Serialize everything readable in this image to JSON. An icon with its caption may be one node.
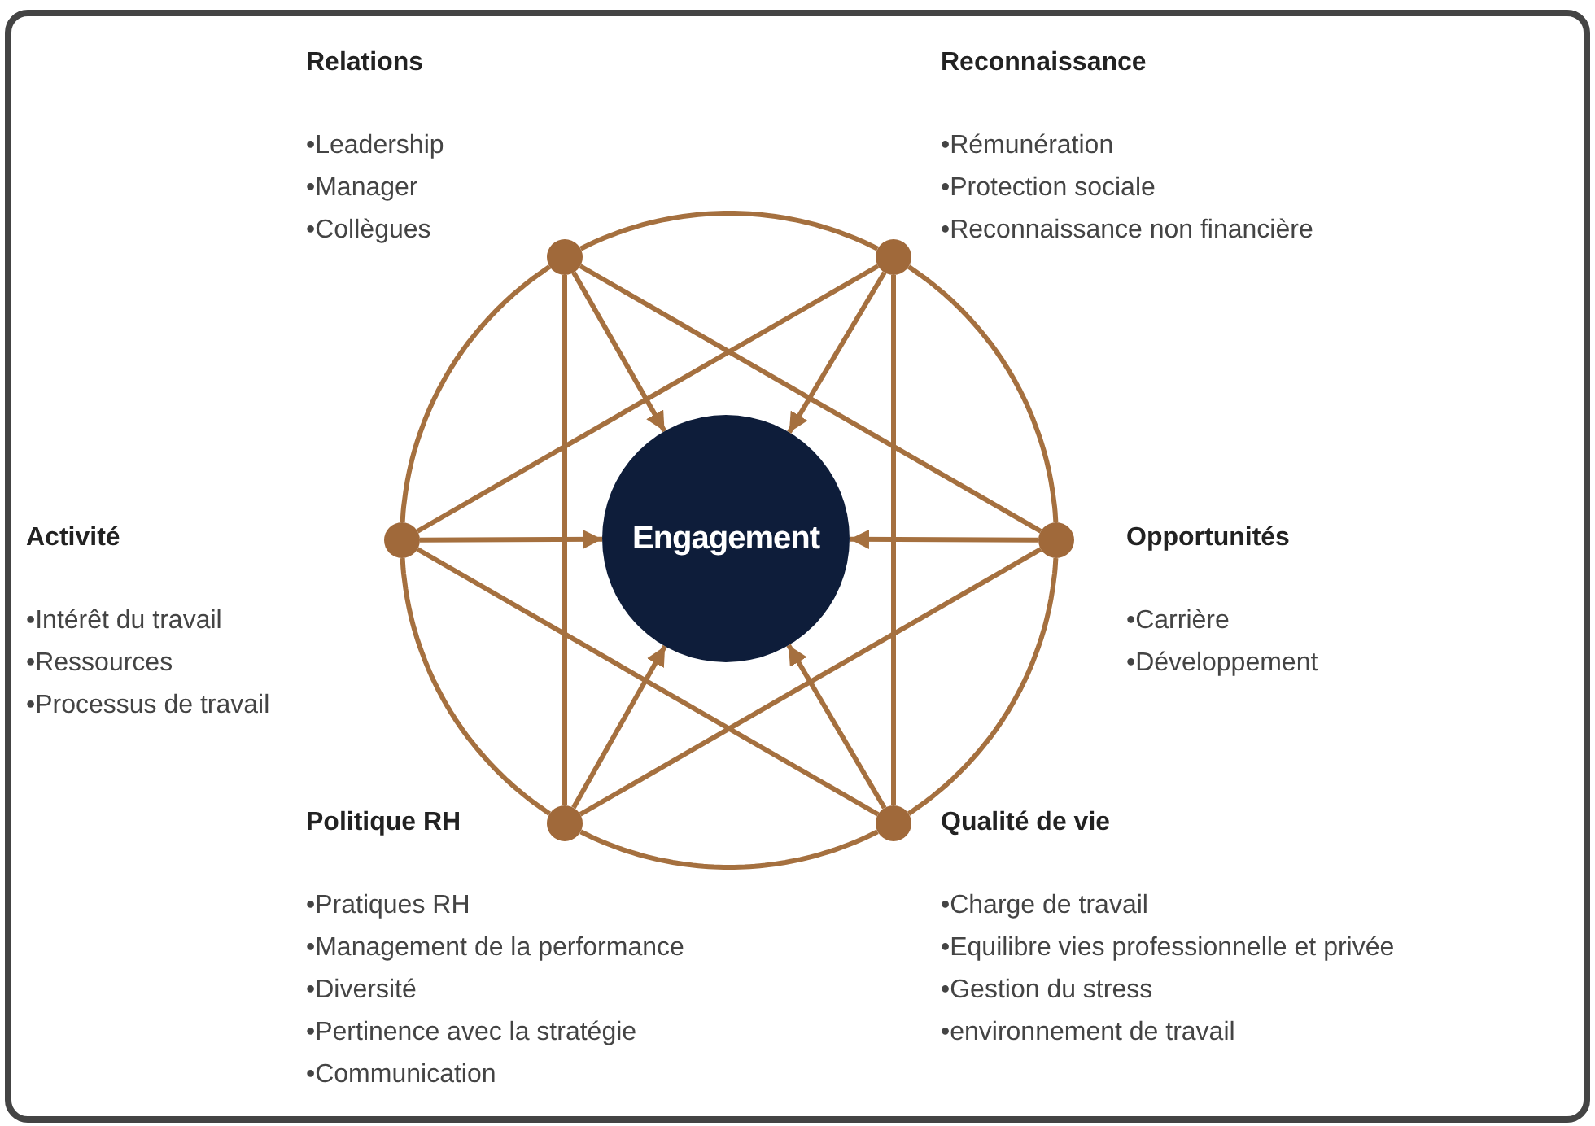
{
  "diagram": {
    "nodes": [
      {
        "text": [],
        "shape": "circle",
        "beside": [
          "Relations",
          "•Leadership",
          "•Manager",
          "•Collègues"
        ]
      },
      {
        "text": [],
        "shape": "circle",
        "beside": [
          "Reconnaissance",
          "•Rémunération",
          "•Protection sociale",
          "•Reconnaissance non financière"
        ]
      },
      {
        "text": [],
        "shape": "circle",
        "beside": [
          "Activité",
          "•Intérêt du travail",
          "•Ressources",
          "•Processus de travail"
        ]
      },
      {
        "text": [
          "Engagement"
        ]
      },
      {
        "text": [],
        "shape": "circle",
        "beside": [
          "Opportunités",
          "•Carrière",
          "•Développement"
        ]
      },
      {
        "text": [],
        "shape": "circle",
        "beside": [
          "Politique RH",
          "•Pratiques RH",
          "•Management de la performance",
          "•Diversité",
          "•Pertinence avec la stratégie",
          "•Communication"
        ]
      },
      {
        "text": [],
        "shape": "circle",
        "beside": [
          "Qualité de vie",
          "•Charge de travail",
          "•Equilibre vies professionnelle et privée",
          "•Gestion du stress",
          "•environnement de travail"
        ]
      }
    ],
    "edges": [
      {
        "from": 0,
        "to": 3,
        "arrow": "to"
      },
      {
        "from": 1,
        "to": 3,
        "arrow": "to"
      },
      {
        "from": 2,
        "to": 3,
        "arrow": "to"
      },
      {
        "from": 4,
        "to": 3,
        "arrow": "to"
      },
      {
        "from": 5,
        "to": 3,
        "arrow": "to"
      },
      {
        "from": 6,
        "to": 3,
        "arrow": "to"
      },
      {
        "from": 0,
        "to": 1,
        "arrow": "none"
      },
      {
        "from": 1,
        "to": 4,
        "arrow": "none"
      },
      {
        "from": 4,
        "to": 6,
        "arrow": "none"
      },
      {
        "from": 6,
        "to": 5,
        "arrow": "none"
      },
      {
        "from": 5,
        "to": 2,
        "arrow": "none"
      },
      {
        "from": 2,
        "to": 0,
        "arrow": "none"
      },
      {
        "from": 0,
        "to": 4,
        "arrow": "none"
      },
      {
        "from": 4,
        "to": 5,
        "arrow": "none"
      },
      {
        "from": 5,
        "to": 0,
        "arrow": "none"
      },
      {
        "from": 1,
        "to": 2,
        "arrow": "none"
      },
      {
        "from": 2,
        "to": 6,
        "arrow": "none"
      },
      {
        "from": 6,
        "to": 1,
        "arrow": "none"
      }
    ]
  }
}
